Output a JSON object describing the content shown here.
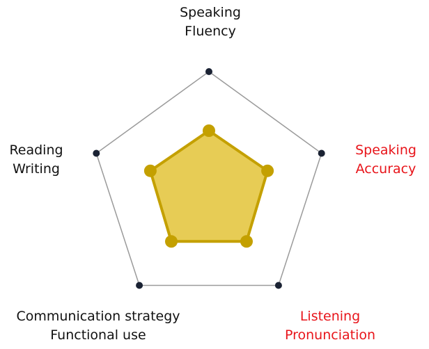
{
  "chart_data": {
    "type": "radar",
    "max": 5,
    "axes": [
      {
        "lines": [
          "Speaking",
          "Fluency"
        ],
        "color": "#111111"
      },
      {
        "lines": [
          "Speaking",
          "Accuracy"
        ],
        "color": "#e8141a"
      },
      {
        "lines": [
          "Listening",
          "Pronunciation"
        ],
        "color": "#e8141a"
      },
      {
        "lines": [
          "Communication strategy",
          "Functional use"
        ],
        "color": "#111111"
      },
      {
        "lines": [
          "Reading",
          "Writing"
        ],
        "color": "#111111"
      }
    ],
    "series": [
      {
        "values": [
          2.5,
          2.6,
          2.7,
          2.7,
          2.6
        ],
        "fill": "#e7cc55",
        "stroke": "#c4a000"
      }
    ],
    "outline_color": "#9a9a9a",
    "vertex_color": "#1a2233"
  }
}
